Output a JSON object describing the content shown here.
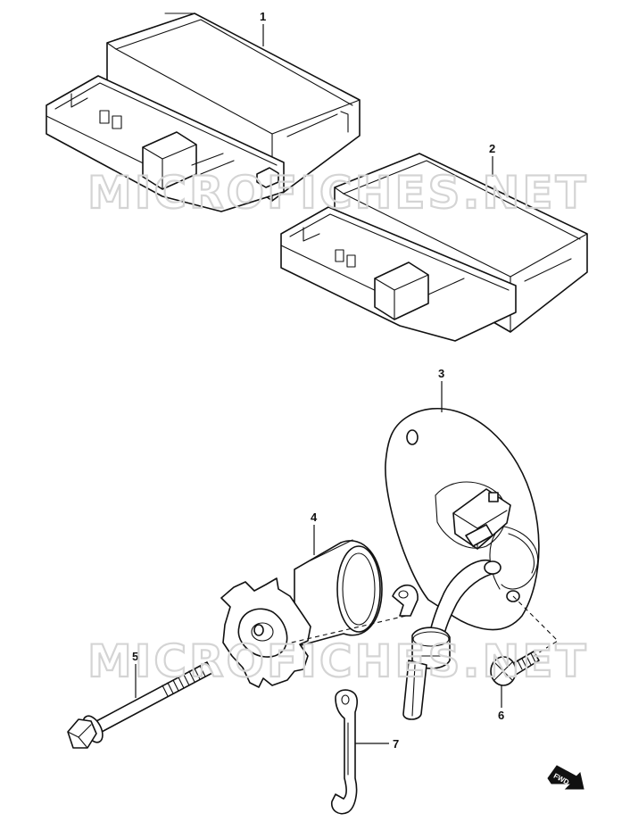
{
  "watermarks": [
    "MICROFICHES.NET",
    "MICROFICHES.NET"
  ],
  "callouts": [
    "1",
    "2",
    "3",
    "4",
    "5",
    "6",
    "7"
  ],
  "fwd_label": "FWD",
  "parts": [
    {
      "ref": "1",
      "name": "ecm-connector-block"
    },
    {
      "ref": "2",
      "name": "ecm-connector-block"
    },
    {
      "ref": "3",
      "name": "sensor-plate-with-harness"
    },
    {
      "ref": "4",
      "name": "rotor"
    },
    {
      "ref": "5",
      "name": "flange-bolt"
    },
    {
      "ref": "6",
      "name": "screw"
    },
    {
      "ref": "7",
      "name": "clamp"
    }
  ]
}
